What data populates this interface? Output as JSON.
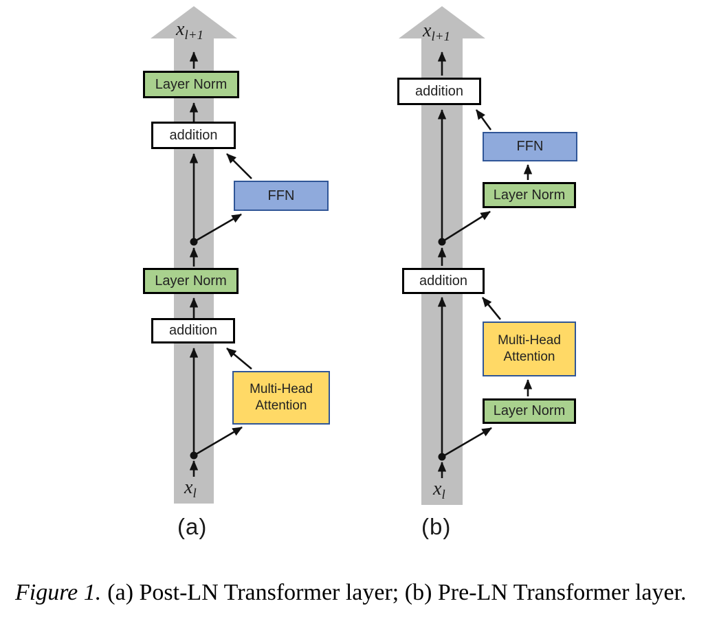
{
  "colors": {
    "band_gray": "#bfbfbf",
    "layer_norm_fill": "#a9d18e",
    "addition_fill": "#ffffff",
    "ffn_fill": "#8faadc",
    "mha_fill": "#ffd966",
    "accent_border": "#2f5597",
    "black_border": "#000000",
    "arrow_black": "#111111",
    "text_dark": "#222222"
  },
  "labels": {
    "layer_norm": "Layer Norm",
    "addition": "addition",
    "ffn": "FFN",
    "mha": "Multi-Head Attention",
    "input_base": "x",
    "input_sub": "l",
    "output_base": "x",
    "output_sub": "l+1",
    "diagram_a": "(a)",
    "diagram_b": "(b)"
  },
  "diagrams": [
    {
      "id": "a",
      "name": "Post-LN Transformer layer",
      "flow_bottom_to_top": [
        "x_l",
        "Multi-Head Attention",
        "addition",
        "Layer Norm",
        "FFN",
        "addition",
        "Layer Norm",
        "x_l+1"
      ]
    },
    {
      "id": "b",
      "name": "Pre-LN Transformer layer",
      "flow_bottom_to_top": [
        "x_l",
        "Layer Norm",
        "Multi-Head Attention",
        "addition",
        "Layer Norm",
        "FFN",
        "addition",
        "x_l+1"
      ]
    }
  ],
  "caption": {
    "label": "Figure 1.",
    "text": "(a) Post-LN Transformer layer; (b) Pre-LN Transformer layer."
  }
}
